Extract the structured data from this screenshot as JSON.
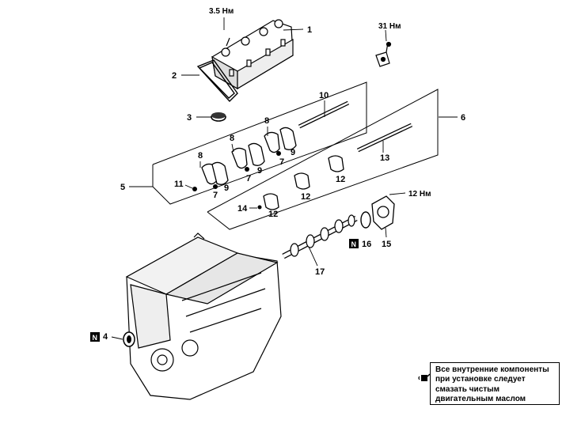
{
  "callouts": {
    "c1": "1",
    "c2": "2",
    "c3": "3",
    "c4": "4",
    "c5": "5",
    "c6": "6",
    "c7": "7",
    "c8": "8",
    "c9": "9",
    "c10": "10",
    "c11": "11",
    "c12": "12",
    "c13": "13",
    "c14": "14",
    "c15": "15",
    "c16": "16",
    "c17": "17"
  },
  "torque": {
    "cover_bolt": "3.5 Нм",
    "bracket_bolt": "31 Нм",
    "housing_bolt": "12 Нм"
  },
  "replace_marker": "N",
  "note": {
    "line1": "Все внутренние компоненты",
    "line2": "при установке следует",
    "line3": "смазать чистым",
    "line4": "двигательным маслом"
  },
  "icons": {
    "oil_can": "oil-can-icon",
    "replace_part": "new-part-icon"
  },
  "colors": {
    "ink": "#000000",
    "paper": "#ffffff"
  }
}
